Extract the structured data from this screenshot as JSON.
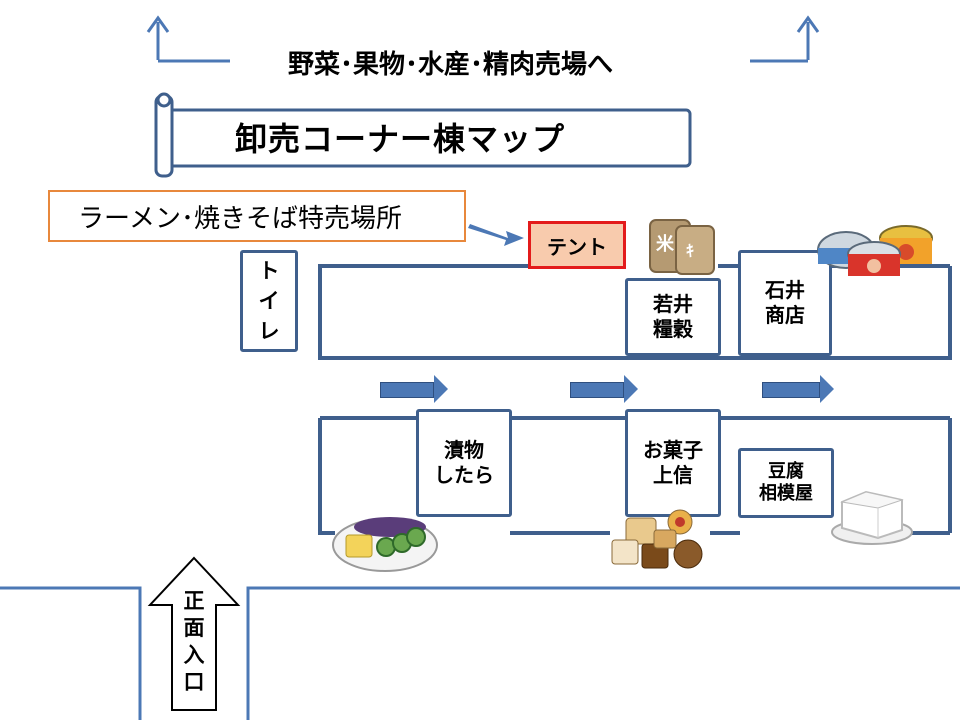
{
  "heading_to_market": "野菜･果物･水産･精肉売場へ",
  "map_title": "卸売コーナー棟マップ",
  "special_sale": "ラーメン･焼きそば特売場所",
  "tent": "テント",
  "toilet": [
    "ト",
    "イ",
    "レ"
  ],
  "shops": {
    "wakai": [
      "若井",
      "糧穀"
    ],
    "ishii": [
      "石井",
      "商店"
    ],
    "tsukemono": [
      "漬物",
      "したら"
    ],
    "okashi": [
      "お菓子",
      "上信"
    ],
    "tofu": [
      "豆腐",
      "相模屋"
    ]
  },
  "entrance": [
    "正",
    "面",
    "入",
    "口"
  ],
  "icons": {
    "rice_bags": "rice-bags-icon",
    "canned_goods": "canned-goods-icon",
    "pickles": "pickles-icon",
    "snacks": "snacks-icon",
    "tofu": "tofu-icon"
  },
  "colors": {
    "line_blue": "#3f5f8c",
    "arrow_blue": "#4c78b5",
    "orange_border": "#e8883c",
    "tent_red": "#e31b1b",
    "tent_fill": "#f8cbad"
  }
}
